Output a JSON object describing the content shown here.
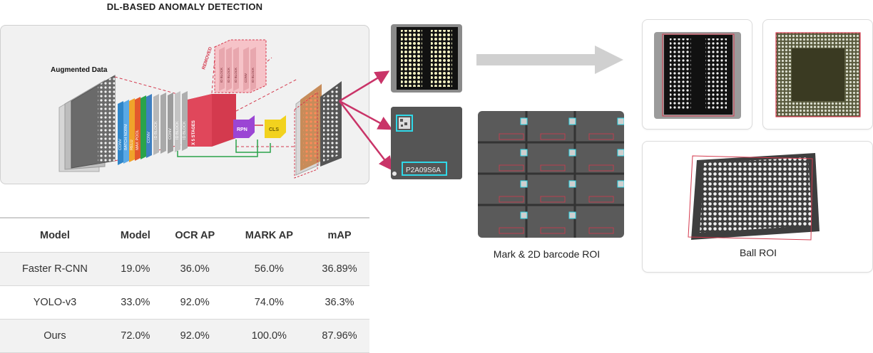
{
  "header": {
    "title": "DL-BASED ANOMALY DETECTION"
  },
  "architecture": {
    "input_label": "Augmented Data",
    "removed_label": "REMOVED",
    "layers": [
      "CONV",
      "BATCH NORM",
      "RELU",
      "MAX POOL",
      "CONV",
      "ID BLOCK",
      "CONV",
      "ID BLOCK",
      "ID BLOCK"
    ],
    "removed_layers": [
      "ID BLOCK",
      "ID BLOCK",
      "ID BLOCK",
      "CONV",
      "ID BLOCK"
    ],
    "stages_label": "X 5 STAGES",
    "rpn_label": "RPN",
    "cls_label": "CLS"
  },
  "chip": {
    "marking_text": "P2A09S6A"
  },
  "captions": {
    "mark_roi": "Mark & 2D barcode ROI",
    "ball_roi": "Ball ROI"
  },
  "table": {
    "headers": [
      "Model",
      "Model",
      "OCR AP",
      "MARK AP",
      "mAP"
    ],
    "rows": [
      [
        "Faster R-CNN",
        "19.0%",
        "36.0%",
        "56.0%",
        "36.89%"
      ],
      [
        "YOLO-v3",
        "33.0%",
        "92.0%",
        "74.0%",
        "36.3%"
      ],
      [
        "Ours",
        "72.0%",
        "92.0%",
        "100.0%",
        "87.96%"
      ]
    ]
  },
  "colors": {
    "accent_red": "#d43a4e",
    "roi_cyan": "#30d8e8",
    "rpn_purple": "#9b45d4",
    "cls_yellow": "#f2d21e",
    "arrow_magenta": "#c93468",
    "flow_arrow_grey": "#d0d0d0"
  }
}
